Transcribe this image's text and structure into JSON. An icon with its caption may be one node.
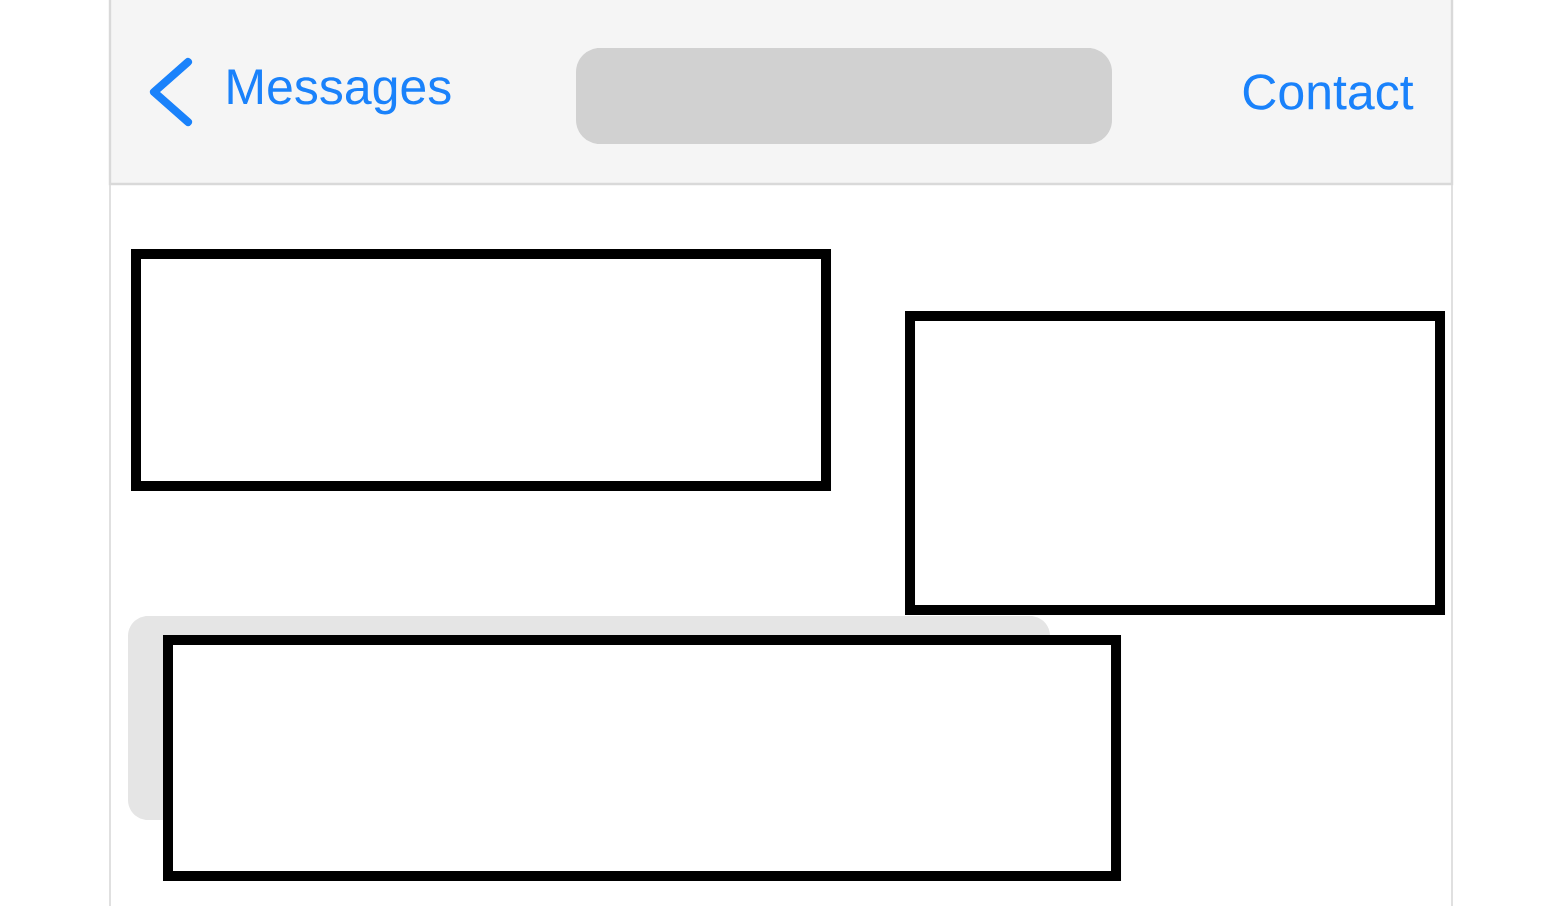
{
  "diagram": {
    "nodes": [
      {
        "text": [],
        "shape": "cloud"
      },
      {
        "text": [],
        "shape": "box"
      },
      {
        "text": [],
        "shape": "box"
      },
      {
        "text": [],
        "shape": "bubble"
      },
      {
        "text": [],
        "shape": "box"
      }
    ],
    "labels": [
      "Messages",
      "Contact"
    ]
  }
}
